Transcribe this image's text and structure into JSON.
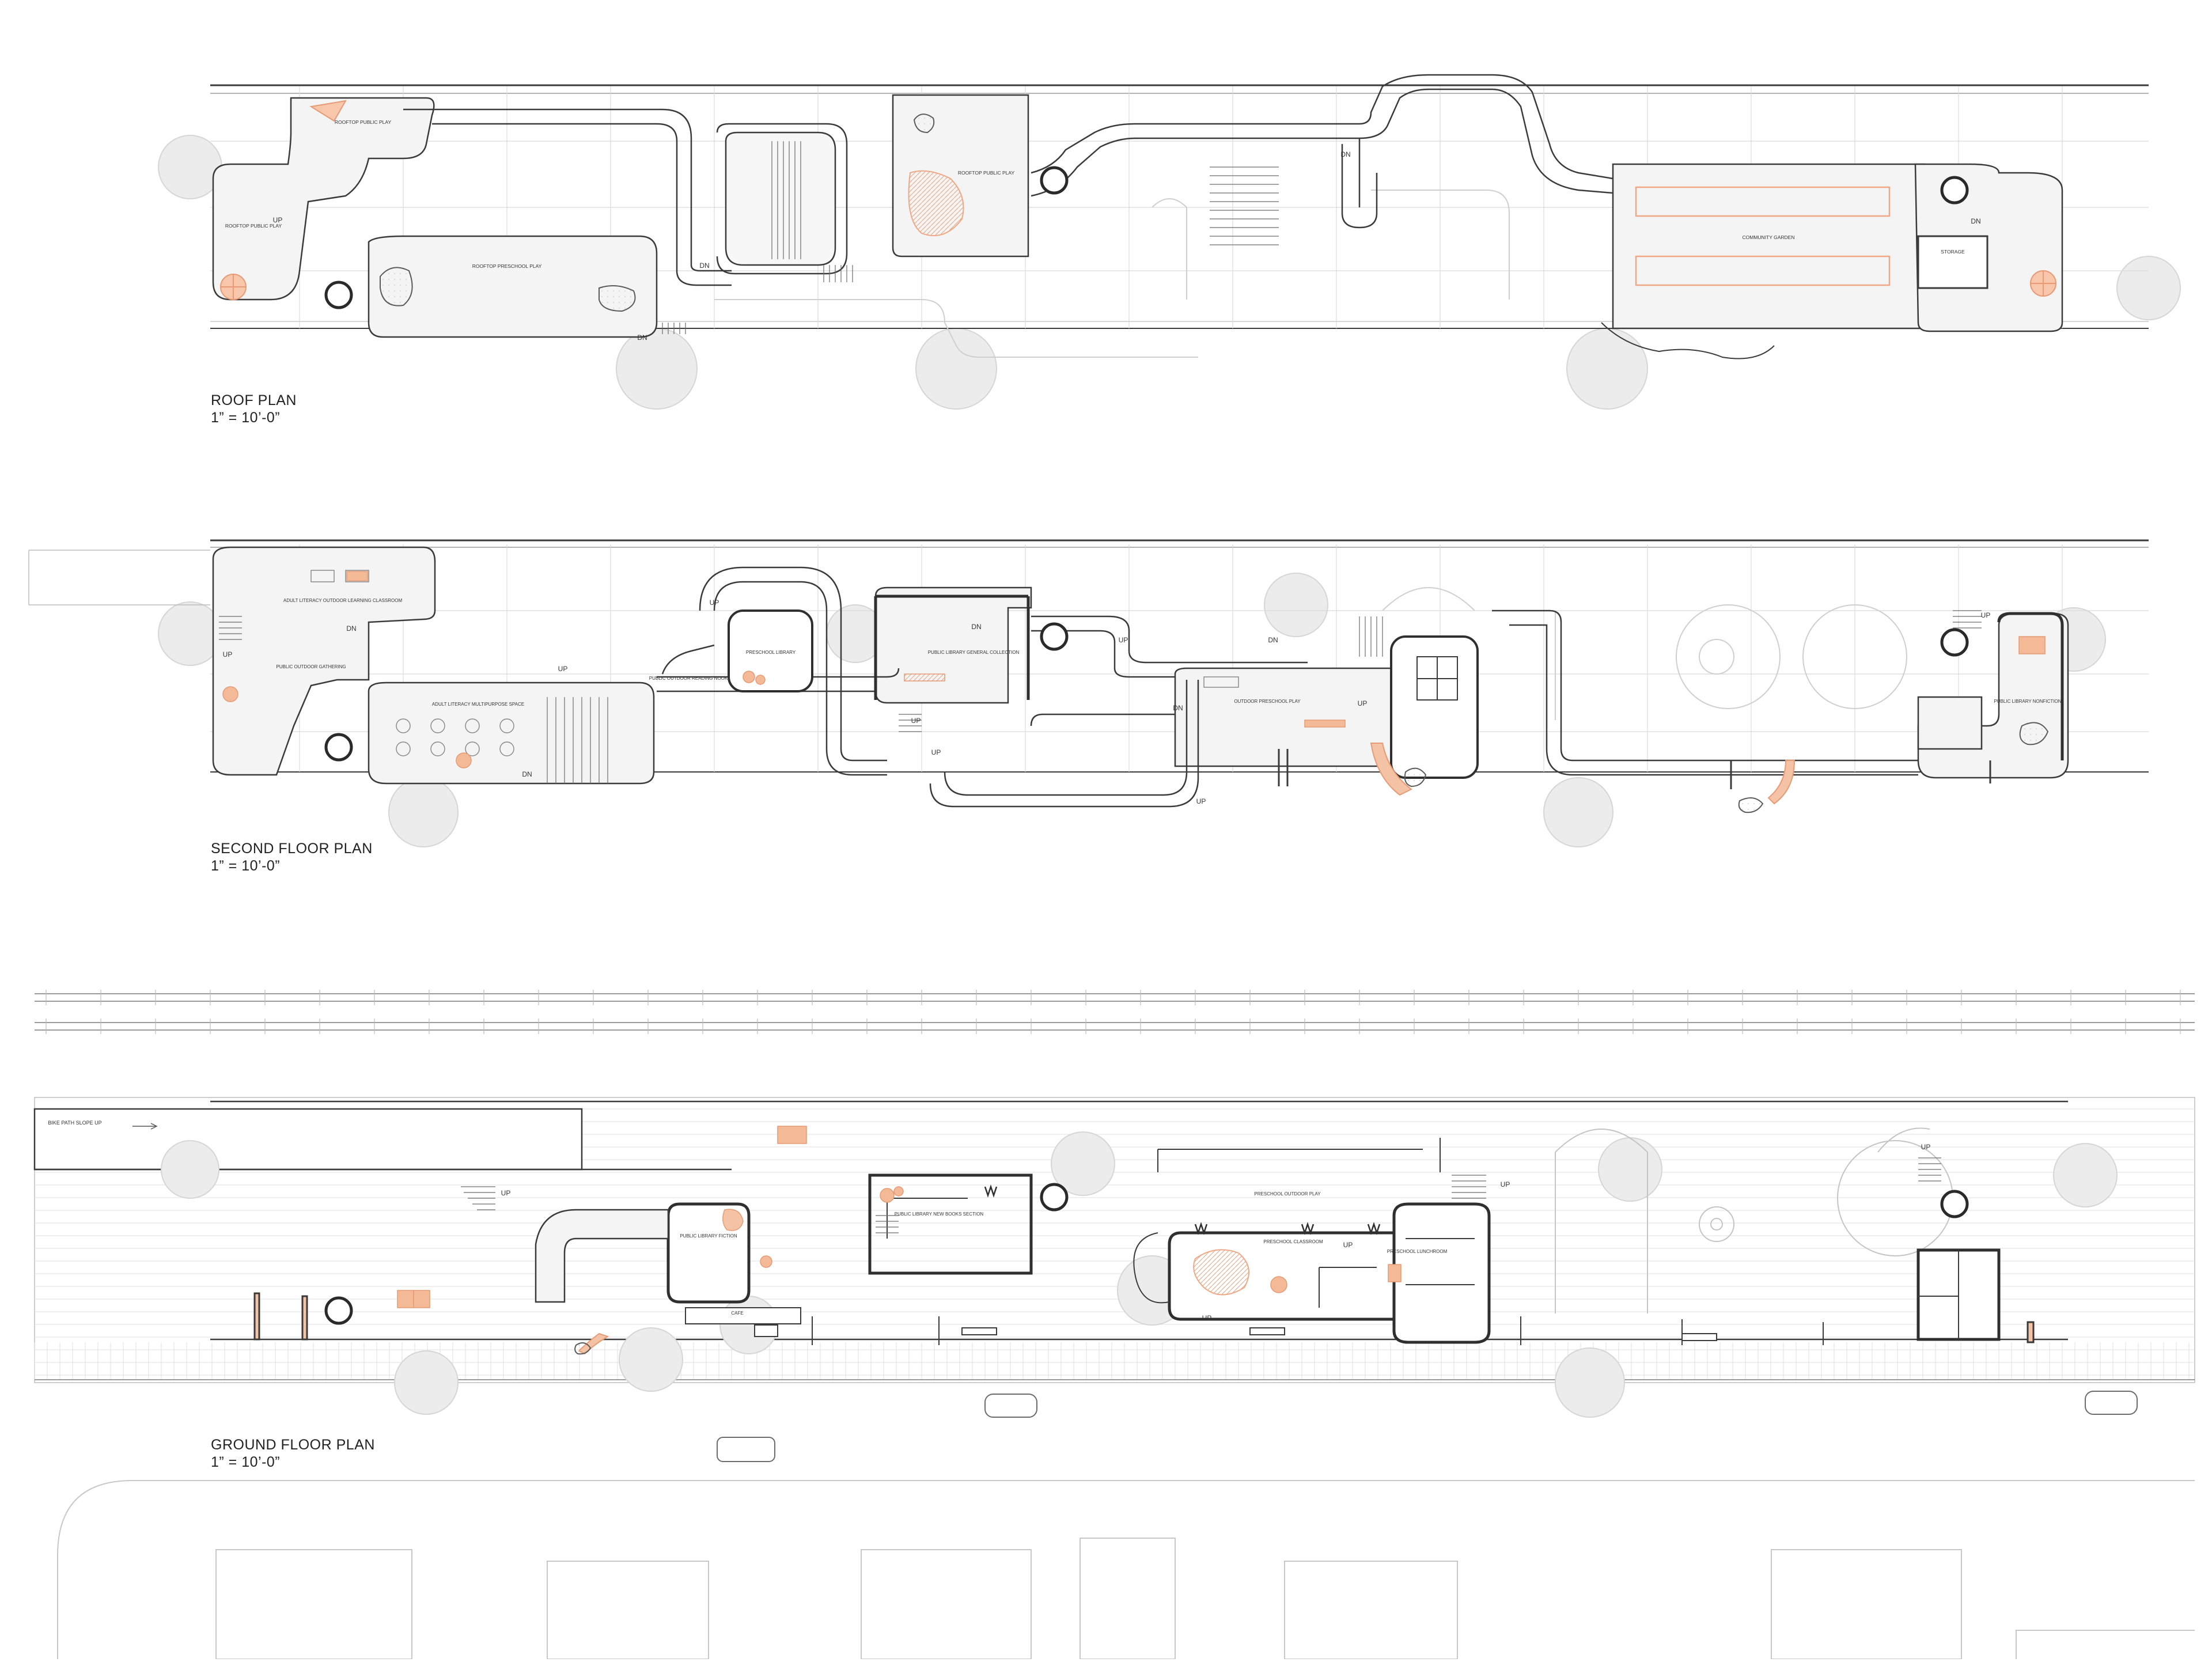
{
  "plans": {
    "roof": {
      "title": "ROOF PLAN",
      "scale": "1” = 10’-0”",
      "rooms": {
        "play_a": "ROOFTOP PUBLIC PLAY",
        "play_b": "ROOFTOP PUBLIC PLAY",
        "preschool_play": "ROOFTOP PRESCHOOL PLAY",
        "play_c": "ROOFTOP PUBLIC PLAY",
        "garden": "COMMUNITY GARDEN",
        "storage": "STORAGE"
      },
      "marks": {
        "up_1": "UP",
        "dn_1": "DN",
        "dn_2": "DN",
        "dn_3": "DN",
        "dn_4": "DN"
      }
    },
    "second": {
      "title": "SECOND FLOOR PLAN",
      "scale": "1” = 10’-0”",
      "rooms": {
        "adult_outdoor": "ADULT LITERACY OUTDOOR LEARNING CLASSROOM",
        "outdoor_gathering": "PUBLIC OUTDOOR GATHERING",
        "multipurpose": "ADULT LITERACY MULTIPURPOSE SPACE",
        "reading_nook": "PUBLIC OUTDOOR READING NOOK",
        "preschool_library": "PRESCHOOL LIBRARY",
        "general_collection": "PUBLIC LIBRARY GENERAL COLLECTION",
        "outdoor_preschool_play": "OUTDOOR PRESCHOOL PLAY",
        "nonfiction": "PUBLIC LIBRARY NONFICTION"
      },
      "marks": {
        "up_1": "UP",
        "dn_1": "DN",
        "up_2": "UP",
        "dn_2": "DN",
        "up_3": "UP",
        "dn_3": "DN",
        "up_4": "UP",
        "up_5": "UP",
        "up_6": "UP",
        "dn_4": "DN",
        "up_7": "UP",
        "up_8": "UP",
        "dn_5": "DN",
        "up_9": "UP"
      }
    },
    "ground": {
      "title": "GROUND FLOOR PLAN",
      "scale": "1” = 10’-0”",
      "rooms": {
        "bike_path": "BIKE PATH SLOPE UP",
        "fiction": "PUBLIC LIBRARY FICTION",
        "cafe": "CAFE",
        "new_books": "PUBLIC LIBRARY NEW BOOKS SECTION",
        "outdoor_play": "PRESCHOOL OUTDOOR PLAY",
        "classroom": "PRESCHOOL CLASSROOM",
        "lunchroom": "PRESCHOOL LUNCHROOM"
      },
      "marks": {
        "up_1": "UP",
        "up_2": "UP",
        "up_3": "UP",
        "up_4": "UP",
        "up_5": "UP"
      }
    }
  },
  "colors": {
    "line": "#3a3a3a",
    "grid": "#d7d7d7",
    "accent": "#f2b08e",
    "accent_fill": "#fbe1d3",
    "slab": "#f3f3f3",
    "tree": "#e6e6e6"
  }
}
